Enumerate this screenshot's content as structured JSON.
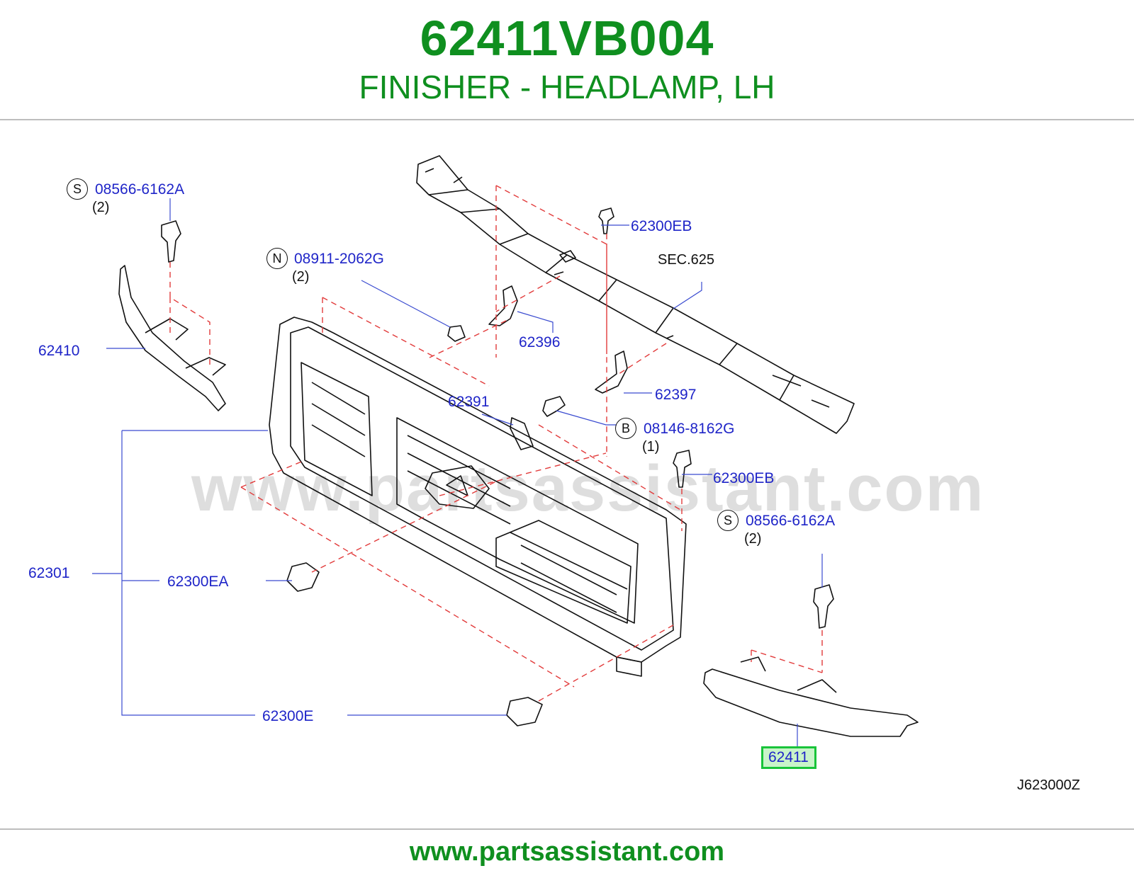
{
  "header": {
    "part_number": "62411VB004",
    "part_description": "FINISHER - HEADLAMP, LH"
  },
  "watermark": "www.partsassistant.com",
  "footer": {
    "url": "www.partsassistant.com"
  },
  "diagram": {
    "code": "J623000Z",
    "section_ref": "SEC.625",
    "callouts": {
      "s_bolt_top_prefix": "S",
      "s_bolt_top_part": "08566-6162A",
      "s_bolt_top_qty": "(2)",
      "n_nut_prefix": "N",
      "n_nut_part": "08911-2062G",
      "n_nut_qty": "(2)",
      "b_bolt_prefix": "B",
      "b_bolt_part": "08146-8162G",
      "b_bolt_qty": "(1)",
      "s_bolt_right_prefix": "S",
      "s_bolt_right_part": "08566-6162A",
      "s_bolt_right_qty": "(2)",
      "clip_eb_top": "62300EB",
      "clip_eb_mid": "62300EB",
      "bracket_62396": "62396",
      "bracket_62397": "62397",
      "bracket_62391": "62391",
      "finisher_rh": "62410",
      "grille": "62301",
      "clip_ea": "62300EA",
      "clip_e": "62300E",
      "finisher_lh": "62411"
    },
    "colors": {
      "brand_green": "#0f8f1f",
      "label_blue": "#1f25c8",
      "highlight": "#19c43a"
    }
  }
}
